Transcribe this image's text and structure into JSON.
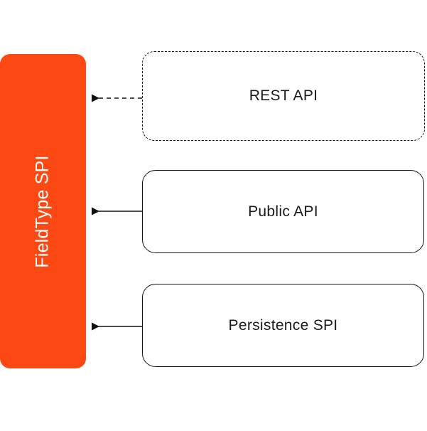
{
  "diagram": {
    "title_shown": false,
    "background_color": "#ffffff",
    "accent_color": "#fc4813",
    "stroke_color": "#111111",
    "spi_bar": {
      "label": "FieldType SPI",
      "text_color": "#ffffff",
      "fill_color": "#fc4813",
      "orientation": "vertical-bottom-to-top"
    },
    "nodes": [
      {
        "id": "rest-api",
        "label": "REST API",
        "border_style": "dashed",
        "border_color": "#111111",
        "fill_color": "#ffffff",
        "text_color": "#1a1a1a"
      },
      {
        "id": "public-api",
        "label": "Public API",
        "border_style": "solid",
        "border_color": "#111111",
        "fill_color": "#ffffff",
        "text_color": "#1a1a1a"
      },
      {
        "id": "persistence-spi",
        "label": "Persistence SPI",
        "border_style": "solid",
        "border_color": "#111111",
        "fill_color": "#ffffff",
        "text_color": "#1a1a1a"
      }
    ],
    "connectors": [
      {
        "id": "rest-to-spi",
        "from": "rest-api",
        "to": "spi-bar",
        "line_style": "dashed",
        "arrowhead": "end",
        "direction": "left"
      },
      {
        "id": "public-to-spi",
        "from": "public-api",
        "to": "spi-bar",
        "line_style": "solid",
        "arrowhead": "end",
        "direction": "left"
      },
      {
        "id": "persistence-to-spi",
        "from": "persistence-spi",
        "to": "spi-bar",
        "line_style": "solid",
        "arrowhead": "end",
        "direction": "left"
      }
    ]
  }
}
